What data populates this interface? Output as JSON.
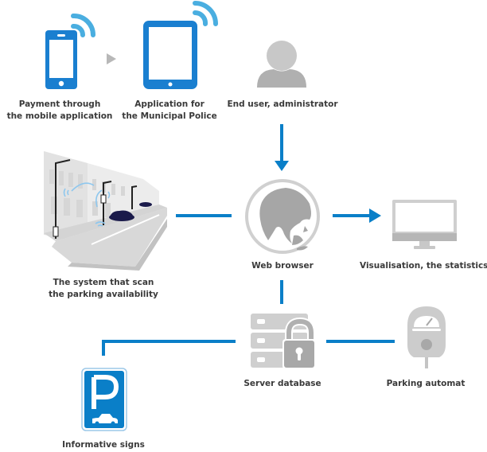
{
  "colors": {
    "accent_blue": "#0a7fc8",
    "device_blue": "#1a7fd0",
    "wifi_blue": "#4aaee0",
    "icon_gray": "#c8c8c8",
    "icon_dark_gray": "#a8a8a8",
    "text": "#3a3a3a"
  },
  "nodes": {
    "mobile": {
      "icon": "smartphone-wifi-icon",
      "label_line1": "Payment through",
      "label_line2": "the mobile application"
    },
    "tablet": {
      "icon": "tablet-wifi-icon",
      "label_line1": "Application for",
      "label_line2": "the Municipal Police"
    },
    "user": {
      "icon": "user-icon",
      "label": "End user, administrator"
    },
    "scanner": {
      "icon": "street-parking-sensors-illustration",
      "label_line1": "The system that scan",
      "label_line2": "the parking availability"
    },
    "browser": {
      "icon": "globe-icon",
      "label": "Web browser"
    },
    "visualisation": {
      "icon": "monitor-icon",
      "label": "Visualisation, the statistics"
    },
    "server": {
      "icon": "server-lock-icon",
      "label": "Server database"
    },
    "automat": {
      "icon": "parking-meter-icon",
      "label": "Parking automat"
    },
    "signs": {
      "icon": "parking-sign-icon",
      "label": "Informative signs",
      "sign_letter": "P"
    }
  },
  "connections": [
    {
      "from": "mobile",
      "to": "tablet",
      "type": "arrow"
    },
    {
      "from": "user",
      "to": "browser",
      "type": "arrow"
    },
    {
      "from": "scanner",
      "to": "browser",
      "type": "line"
    },
    {
      "from": "browser",
      "to": "visualisation",
      "type": "arrow"
    },
    {
      "from": "browser",
      "to": "server",
      "type": "line"
    },
    {
      "from": "server",
      "to": "signs",
      "type": "line"
    },
    {
      "from": "server",
      "to": "automat",
      "type": "line"
    }
  ]
}
